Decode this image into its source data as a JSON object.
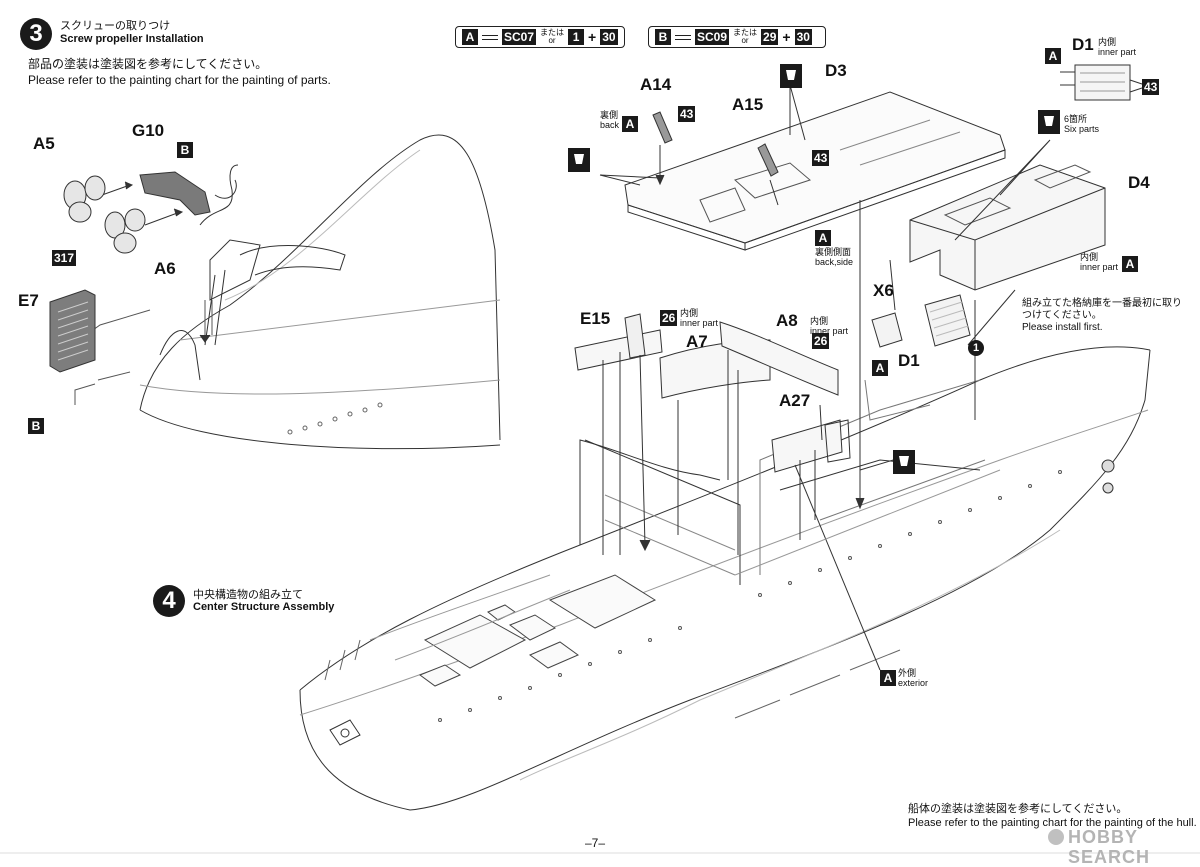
{
  "step3": {
    "number": "3",
    "title_jp": "スクリューの取りつけ",
    "title_en": "Screw propeller Installation",
    "note_jp": "部品の塗装は塗装図を参考にしてください。",
    "note_en": "Please refer to the painting chart for the painting of parts.",
    "parts": {
      "a5": "A5",
      "g10": "G10",
      "a6": "A6",
      "e7": "E7"
    },
    "badges": {
      "g10_color": "B",
      "prop_color": "317",
      "e7_color": "B"
    }
  },
  "step4": {
    "number": "4",
    "title_jp": "中央構造物の組み立て",
    "title_en": "Center Structure Assembly"
  },
  "color_refs": [
    {
      "letter": "A",
      "code": "SC07",
      "or_jp": "または",
      "or_en": "or",
      "mix_a": "1",
      "plus": "+",
      "mix_b": "30"
    },
    {
      "letter": "B",
      "code": "SC09",
      "or_jp": "または",
      "or_en": "or",
      "mix_a": "29",
      "plus": "+",
      "mix_b": "30"
    }
  ],
  "parts": {
    "a14": "A14",
    "a15": "A15",
    "d3": "D3",
    "d1": "D1",
    "d4": "D4",
    "x6": "X6",
    "d1b": "D1",
    "e15": "E15",
    "a7": "A7",
    "a8": "A8",
    "a27": "A27"
  },
  "callouts": {
    "a14_back_jp": "裏側",
    "a14_back_en": "back",
    "a14_color": "A",
    "a14_paint": "43",
    "a15_paint": "43",
    "back_side_jp": "裏側側面",
    "back_side_en": "back,side",
    "back_side_color": "A",
    "d1_inner_jp": "内側",
    "d1_inner_en": "inner part",
    "d1_color": "A",
    "d1_paint": "43",
    "six_jp": "6箇所",
    "six_en": "Six parts",
    "d4_inner_jp": "内側",
    "d4_inner_en": "inner part",
    "d4_color": "A",
    "x6_color": "A",
    "install_jp_1": "組み立てた格納庫を一番最初に取り",
    "install_jp_2": "つけてください。",
    "install_en": "Please install first.",
    "install_num": "1",
    "e15_inner_jp": "内側",
    "e15_inner_en": "inner part",
    "e15_paint": "26",
    "a8_inner_jp": "内側",
    "a8_inner_en": "inner part",
    "a8_paint": "26",
    "exterior_jp": "外側",
    "exterior_en": "exterior",
    "exterior_color": "A"
  },
  "footer": {
    "hull_note_jp": "船体の塗装は塗装図を参考にしてください。",
    "hull_note_en": "Please refer to the painting chart for the painting of the hull.",
    "page_number": "–7–",
    "watermark": "HOBBY SEARCH"
  }
}
